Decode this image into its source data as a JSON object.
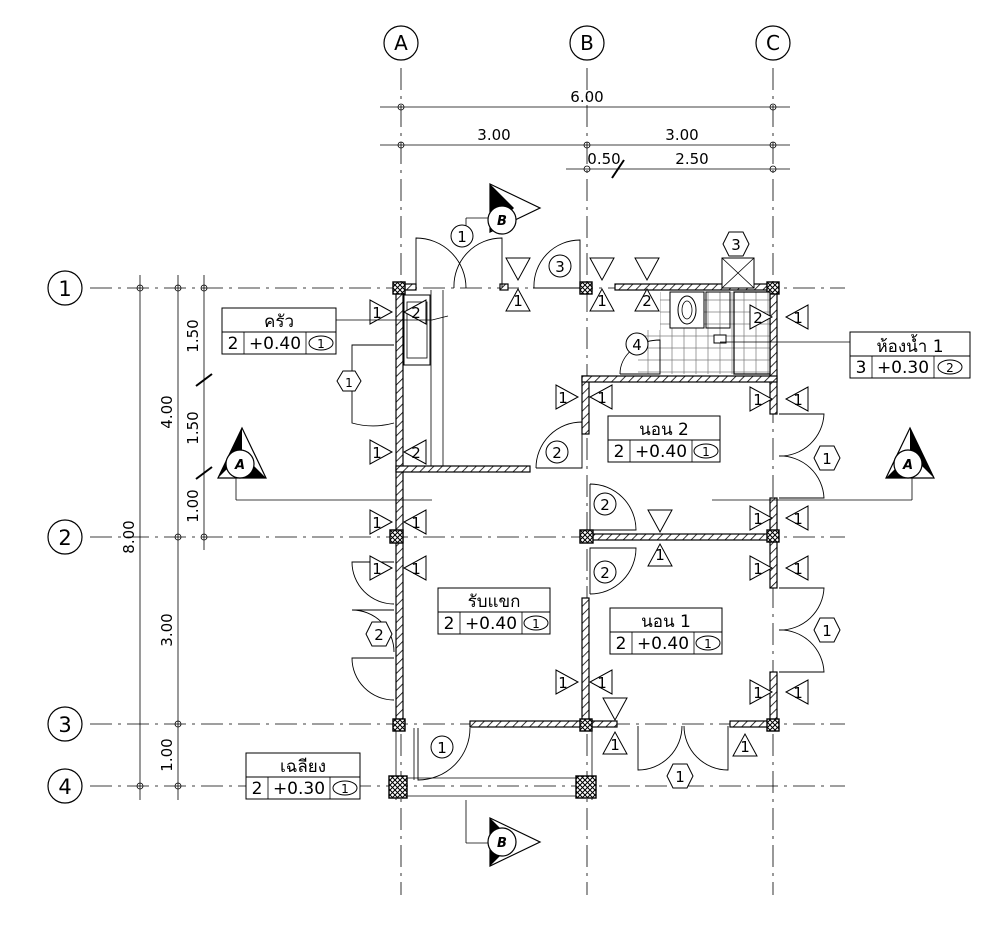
{
  "plan": {
    "grid_cols": [
      "A",
      "B",
      "C"
    ],
    "grid_rows": [
      "1",
      "2",
      "3",
      "4"
    ],
    "dims_top": {
      "overall": "6.00",
      "ab": "3.00",
      "bc": "3.00",
      "bc_small": "0.50",
      "bc_large": "2.50"
    },
    "dims_left": {
      "overall": "8.00",
      "span_1_2": "4.00",
      "s1": "1.50",
      "s2": "1.50",
      "s3": "1.00",
      "span_2_3": "3.00",
      "span_3_4": "1.00"
    },
    "rooms": {
      "kitchen": {
        "name": "ครัว",
        "no": "2",
        "level": "+0.40",
        "tag": "1"
      },
      "bath": {
        "name": "ห้องน้ำ 1",
        "no": "3",
        "level": "+0.30",
        "tag": "2"
      },
      "bed2": {
        "name": "นอน 2",
        "no": "2",
        "level": "+0.40",
        "tag": "1"
      },
      "living": {
        "name": "รับแขก",
        "no": "2",
        "level": "+0.40",
        "tag": "1"
      },
      "bed1": {
        "name": "นอน 1",
        "no": "2",
        "level": "+0.40",
        "tag": "1"
      },
      "porch": {
        "name": "เฉลียง",
        "no": "2",
        "level": "+0.30",
        "tag": "1"
      }
    },
    "sections": {
      "a": "A",
      "b": "B"
    },
    "window_tags": {
      "w1": "1",
      "w2": "2",
      "w3": "3"
    },
    "door_tags": {
      "d1": "1",
      "d2": "2",
      "d3": "3",
      "d4": "4"
    }
  }
}
